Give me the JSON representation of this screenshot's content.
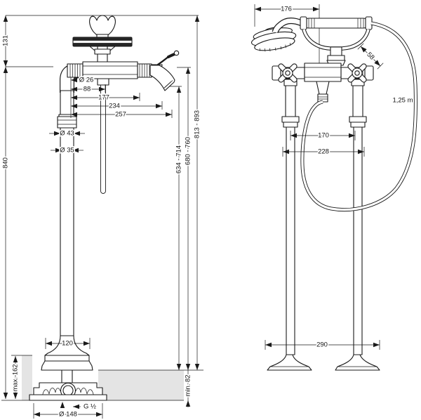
{
  "left_view": {
    "dims": {
      "handle_height": "131",
      "total_height": "840",
      "dia_26": "Ø 26",
      "proj_88": "88",
      "proj_177": "177",
      "proj_234": "234",
      "proj_257": "257",
      "dia_43": "Ø 43",
      "dia_35": "Ø 35",
      "outlet_range": "634 - 714",
      "spout_range": "680 - 760",
      "top_range": "813 - 893",
      "floor_max": "max. 162",
      "floor_min": "min. 82",
      "base_width": "120",
      "thread": "G ½",
      "base_dia": "Ø 148"
    }
  },
  "right_view": {
    "dims": {
      "width_176": "176",
      "handle_diag": "58",
      "hose_length": "1,25 m",
      "leg_centers": "170",
      "leg_outer": "228",
      "base_span": "290"
    }
  },
  "colors": {
    "line": "#1a1a1a",
    "floor_fill": "#e4e4e4",
    "background": "#ffffff"
  }
}
